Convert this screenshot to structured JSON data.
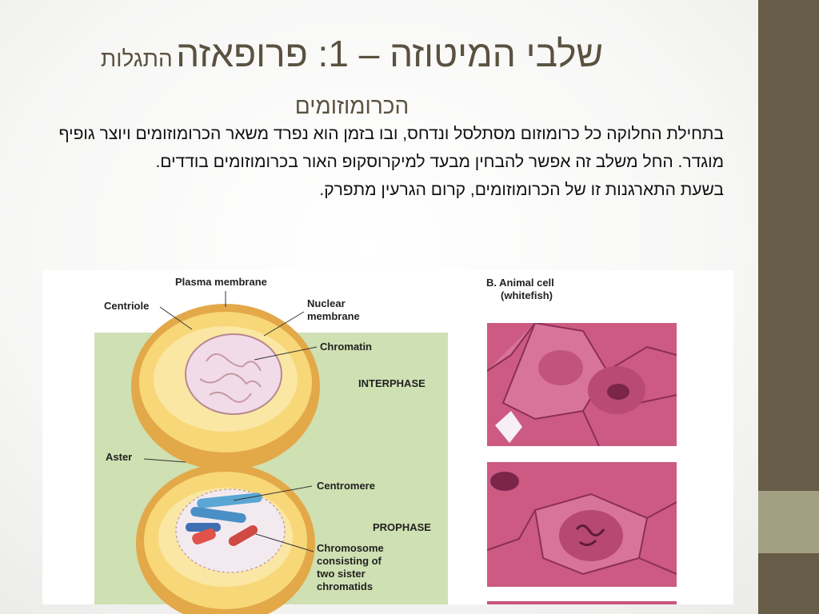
{
  "slide": {
    "title_main": "שלבי המיטוזה – 1: פרופאזה",
    "title_sub_1": "התגלות",
    "title_sub_2": "הכרומוזומים",
    "paragraphs": [
      "בתחילת החלוקה כל כרומוזום מסתלסל ונדחס, ובו בזמן הוא נפרד משאר הכרומוזומים ויוצר גופיף מוגדר. החל משלב זה אפשר להבחין מבעד למיקרוסקופ האור בכרומוזומים בודדים.",
      "בשעת התארגנות זו של הכרומוזומים, קרום הגרעין מתפרק."
    ]
  },
  "figure": {
    "labels": {
      "plasma_membrane": "Plasma membrane",
      "centriole": "Centriole",
      "nuclear_membrane_1": "Nuclear",
      "nuclear_membrane_2": "membrane",
      "chromatin": "Chromatin",
      "interphase": "INTERPHASE",
      "aster": "Aster",
      "centromere": "Centromere",
      "prophase": "PROPHASE",
      "chromosome_1": "Chromosome",
      "chromosome_2": "consisting of",
      "chromosome_3": "two sister",
      "chromosome_4": "chromatids",
      "animal_cell_1": "B. Animal cell",
      "animal_cell_2": "(whitefish)"
    }
  },
  "colors": {
    "sidebar": "#675c47",
    "sidebar_accent": "#a39f82",
    "title": "#5a5240",
    "green_panel": "#cfe0b2",
    "cell_yellow": "#f7d778",
    "micrograph_pink": "#c9557c"
  }
}
